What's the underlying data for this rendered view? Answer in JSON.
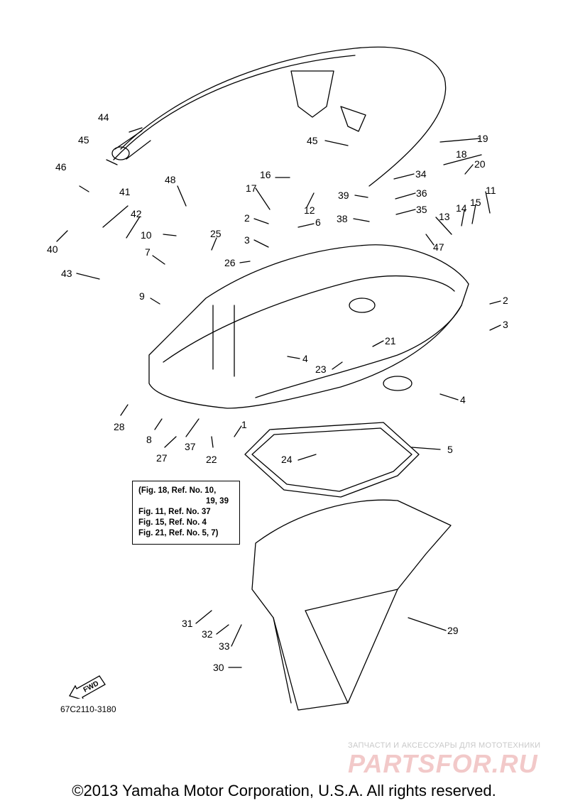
{
  "callouts": [
    {
      "id": "c44",
      "label": "44"
    },
    {
      "id": "c45a",
      "label": "45"
    },
    {
      "id": "c46",
      "label": "46"
    },
    {
      "id": "c41",
      "label": "41"
    },
    {
      "id": "c48",
      "label": "48"
    },
    {
      "id": "c42",
      "label": "42"
    },
    {
      "id": "c40",
      "label": "40"
    },
    {
      "id": "c10",
      "label": "10"
    },
    {
      "id": "c43",
      "label": "43"
    },
    {
      "id": "c7",
      "label": "7"
    },
    {
      "id": "c25",
      "label": "25"
    },
    {
      "id": "c9",
      "label": "9"
    },
    {
      "id": "c16",
      "label": "16"
    },
    {
      "id": "c17",
      "label": "17"
    },
    {
      "id": "c12",
      "label": "12"
    },
    {
      "id": "c2a",
      "label": "2"
    },
    {
      "id": "c6",
      "label": "6"
    },
    {
      "id": "c3a",
      "label": "3"
    },
    {
      "id": "c26",
      "label": "26"
    },
    {
      "id": "c45b",
      "label": "45"
    },
    {
      "id": "c19",
      "label": "19"
    },
    {
      "id": "c18",
      "label": "18"
    },
    {
      "id": "c20",
      "label": "20"
    },
    {
      "id": "c34",
      "label": "34"
    },
    {
      "id": "c39",
      "label": "39"
    },
    {
      "id": "c36",
      "label": "36"
    },
    {
      "id": "c35",
      "label": "35"
    },
    {
      "id": "c38",
      "label": "38"
    },
    {
      "id": "c11",
      "label": "11"
    },
    {
      "id": "c13",
      "label": "13"
    },
    {
      "id": "c14",
      "label": "14"
    },
    {
      "id": "c15",
      "label": "15"
    },
    {
      "id": "c47",
      "label": "47"
    },
    {
      "id": "c2b",
      "label": "2"
    },
    {
      "id": "c3b",
      "label": "3"
    },
    {
      "id": "c21",
      "label": "21"
    },
    {
      "id": "c4a",
      "label": "4"
    },
    {
      "id": "c23",
      "label": "23"
    },
    {
      "id": "c4b",
      "label": "4"
    },
    {
      "id": "c28",
      "label": "28"
    },
    {
      "id": "c8",
      "label": "8"
    },
    {
      "id": "c27",
      "label": "27"
    },
    {
      "id": "c37",
      "label": "37"
    },
    {
      "id": "c22",
      "label": "22"
    },
    {
      "id": "c1",
      "label": "1"
    },
    {
      "id": "c24",
      "label": "24"
    },
    {
      "id": "c5",
      "label": "5"
    },
    {
      "id": "c29",
      "label": "29"
    },
    {
      "id": "c31",
      "label": "31"
    },
    {
      "id": "c32",
      "label": "32"
    },
    {
      "id": "c33",
      "label": "33"
    },
    {
      "id": "c30",
      "label": "30"
    }
  ],
  "ref_box": {
    "lines": [
      "(Fig. 18, Ref. No. 10,",
      "19, 39",
      "Fig. 11, Ref. No. 37",
      "Fig. 15, Ref. No. 4",
      "Fig. 21, Ref. No. 5, 7)"
    ]
  },
  "fwd_label": "FWD",
  "diagram_code": "67C2110-3180",
  "watermark": {
    "subtitle": "ЗАПЧАСТИ И АКСЕССУАРЫ ДЛЯ МОТОТЕХНИКИ",
    "logo": "PARTSFOR.RU"
  },
  "copyright": "©2013 Yamaha Motor Corporation, U.S.A. All rights reserved.",
  "colors": {
    "line": "#000000",
    "background": "#ffffff",
    "watermark": "#f2c9c9"
  }
}
